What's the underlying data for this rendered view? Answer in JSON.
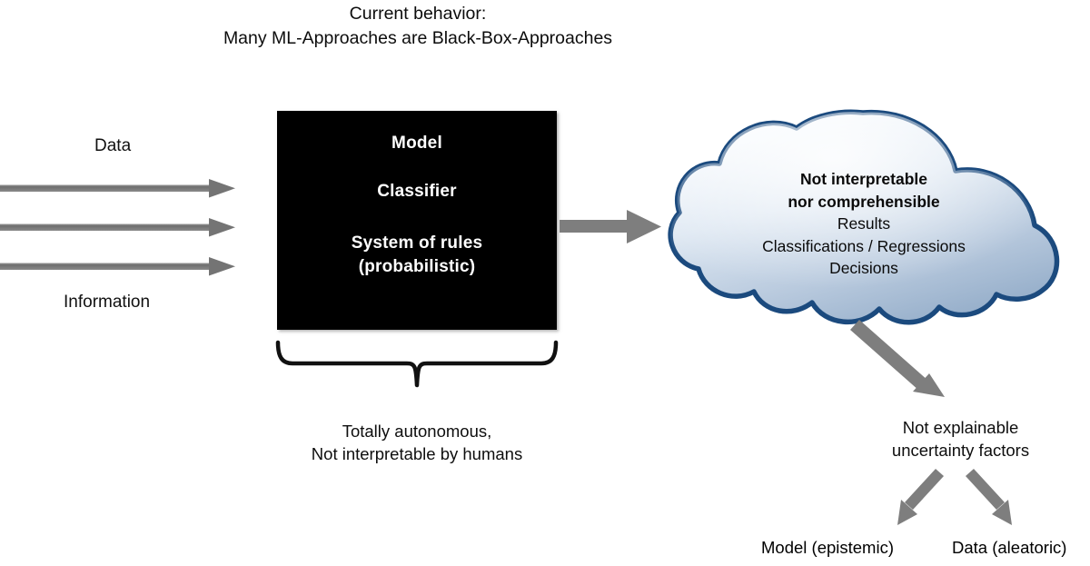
{
  "title": {
    "line1": "Current behavior:",
    "line2": "Many ML-Approaches are Black-Box-Approaches"
  },
  "inputs": {
    "top_label": "Data",
    "bottom_label": "Information",
    "arrow_count": 3,
    "arrow_color": "#7d7d7d"
  },
  "black_box": {
    "line1": "Model",
    "line2": "Classifier",
    "line3a": "System of rules",
    "line3b": "(probabilistic)",
    "fill_color": "#000000",
    "text_color": "#ffffff"
  },
  "brace": {
    "caption_line1": "Totally autonomous,",
    "caption_line2": "Not interpretable by humans"
  },
  "cloud": {
    "line1": "Not interpretable",
    "line2": "nor comprehensible",
    "line3": "Results",
    "line4": "Classifications / Regressions",
    "line5": "Decisions",
    "stroke_color": "#1b4a7e",
    "fill_light": "#f2f6fb",
    "fill_dark": "#9db4cf"
  },
  "uncertainty": {
    "caption_line1": "Not explainable",
    "caption_line2": "uncertainty factors",
    "branch_left": "Model (epistemic)",
    "branch_right": "Data (aleatoric)"
  }
}
